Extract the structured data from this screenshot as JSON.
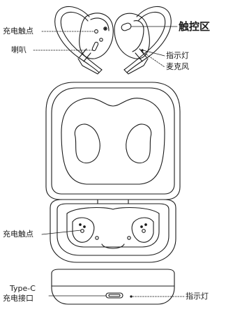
{
  "earbuds": {
    "labels": {
      "charging_contacts": "充电触点",
      "speaker": "喇叭",
      "touch_area": "触控区",
      "indicator": "指示灯",
      "microphone": "麦克风"
    }
  },
  "case": {
    "labels": {
      "charging_contacts": "充电触点"
    }
  },
  "case_front": {
    "labels": {
      "port_type": "Type-C",
      "port_name": "充电接口",
      "indicator": "指示灯"
    }
  },
  "colors": {
    "line": "#1a1a1a",
    "background": "#ffffff"
  }
}
